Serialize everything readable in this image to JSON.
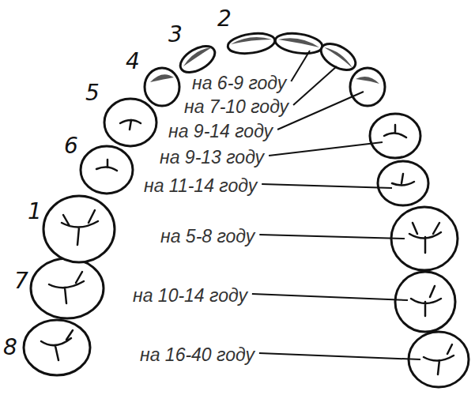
{
  "diagram": {
    "labels": [
      "2",
      "3",
      "4",
      "5",
      "6",
      "1",
      "7",
      "8",
      "на 6-9 году",
      "на 7-10 году",
      "на 9-14 году",
      "на 9-13 году",
      "на 11-14 году",
      "на 5-8 году",
      "на 10-14 году",
      "на 16-40 году"
    ]
  }
}
